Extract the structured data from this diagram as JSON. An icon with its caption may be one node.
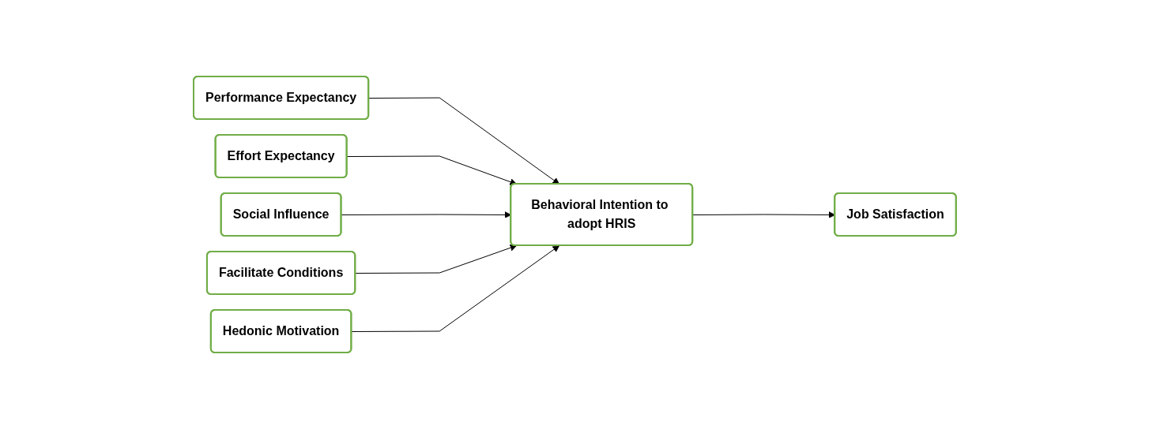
{
  "diagram": {
    "nodes": [
      {
        "text": [
          "Performance Expectancy"
        ]
      },
      {
        "text": [
          "Effort Expectancy"
        ]
      },
      {
        "text": [
          "Social Influence"
        ]
      },
      {
        "text": [
          "Facilitate Conditions"
        ]
      },
      {
        "text": [
          "Hedonic Motivation"
        ]
      },
      {
        "text": [
          "Behavioral Intention to adopt HRIS"
        ]
      },
      {
        "text": [
          "Job Satisfaction"
        ]
      }
    ],
    "edges": [
      {
        "from": 0,
        "to": 5,
        "arrow": "to"
      },
      {
        "from": 1,
        "to": 5,
        "arrow": "to"
      },
      {
        "from": 2,
        "to": 5,
        "arrow": "to"
      },
      {
        "from": 3,
        "to": 5,
        "arrow": "to"
      },
      {
        "from": 4,
        "to": 5,
        "arrow": "to"
      },
      {
        "from": 5,
        "to": 6,
        "arrow": "to"
      }
    ]
  }
}
